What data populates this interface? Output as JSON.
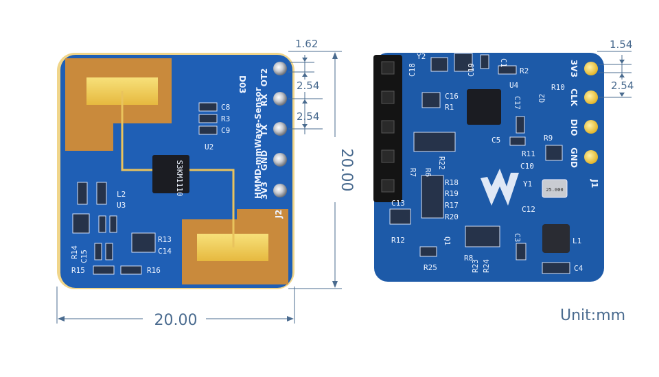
{
  "dimensions": {
    "front_pitch_top": "1.62",
    "front_pitch_1": "2.54",
    "front_pitch_2": "2.54",
    "height": "20.00",
    "width": "20.00",
    "back_pitch_top": "1.54",
    "back_pitch_1": "2.54",
    "unit": "Unit:mm"
  },
  "front_board": {
    "name": "HMMD-mmWave-Sensor",
    "code": "D03",
    "pins": [
      "OT2",
      "RX",
      "TX",
      "GND",
      "3V3"
    ],
    "connector": "J2",
    "chip_text": "S3KM1110",
    "refs": [
      "C8",
      "R3",
      "C9",
      "U2",
      "L2",
      "U3",
      "R13",
      "C14",
      "R14",
      "C15",
      "R15",
      "R16"
    ]
  },
  "back_board": {
    "pins": [
      "3V3",
      "CLK",
      "DIO",
      "GND"
    ],
    "connector": "J1",
    "crystal_text": "25.000",
    "refs": [
      "Y2",
      "C18",
      "C19",
      "C1",
      "R2",
      "C16",
      "U4",
      "R1",
      "C17",
      "Q2",
      "R10",
      "C5",
      "R7",
      "R6",
      "R22",
      "R11",
      "R9",
      "C10",
      "R18",
      "R19",
      "Y1",
      "R17",
      "R20",
      "C12",
      "C13",
      "R12",
      "Q1",
      "C3",
      "L1",
      "R25",
      "R8",
      "R23",
      "R24",
      "C4"
    ]
  }
}
